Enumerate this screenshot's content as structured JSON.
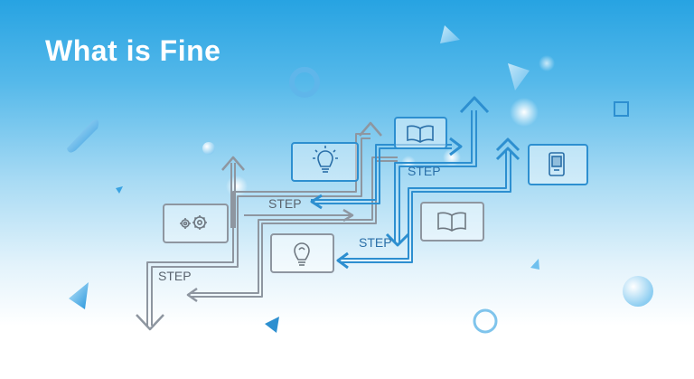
{
  "title": "What is Fine",
  "step_labels": [
    "STEP",
    "STEP",
    "STEP",
    "STEP"
  ],
  "colors": {
    "accent": "#2d8fd0",
    "accent_light": "#4aa8e0",
    "gray_line": "#8e96a0",
    "white": "#ffffff"
  },
  "icons": {
    "gears": "gear-icon",
    "bulb_top": "lightbulb-icon",
    "book_top": "book-icon",
    "book_right": "book-icon",
    "tablet": "tablet-icon",
    "bulb_bottom": "lightbulb-icon"
  }
}
